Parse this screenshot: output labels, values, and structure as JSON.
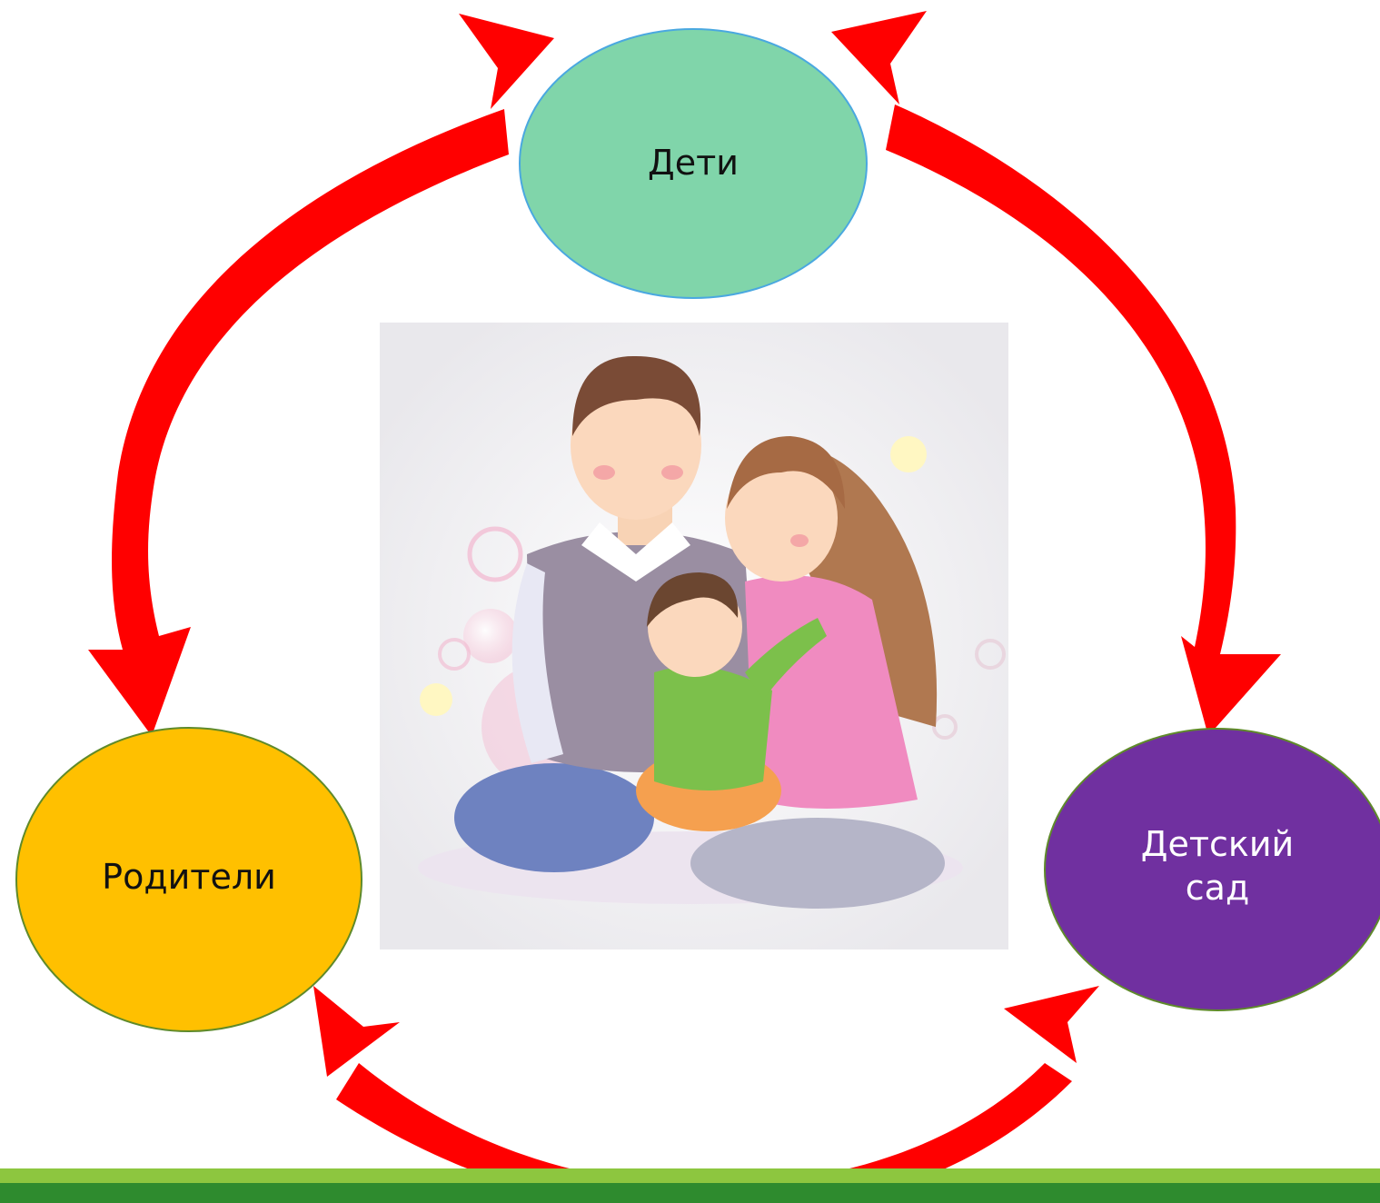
{
  "nodes": {
    "children": {
      "label": "Дети",
      "color": "#80d5aa",
      "border": "#4aa8e0"
    },
    "parents": {
      "label": "Родители",
      "color": "#ffc000",
      "border": "#5f8a2a"
    },
    "kindergarten": {
      "label_line1": "Детский",
      "label_line2": "сад",
      "color": "#7030a0",
      "border": "#5f8a2a"
    }
  },
  "arrows": {
    "color": "#ff0000"
  },
  "center_image": {
    "icon": "family-illustration-icon",
    "background": "#f1f0f2"
  },
  "footer": {
    "colors": [
      "#8dc63f",
      "#2e8b2e"
    ]
  }
}
